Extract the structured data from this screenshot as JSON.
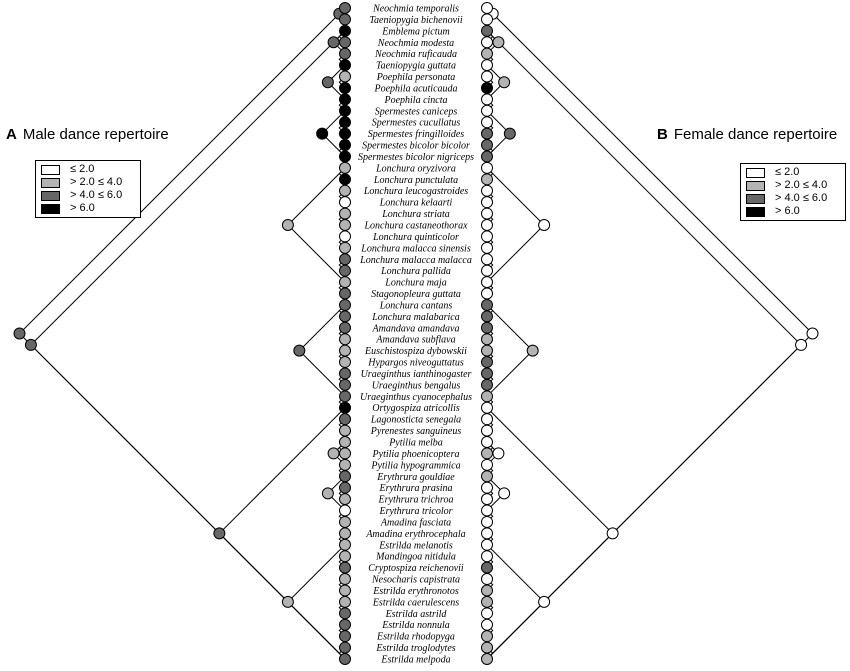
{
  "panels": {
    "left": {
      "letter": "A",
      "title": "Male dance repertoire"
    },
    "right": {
      "letter": "B",
      "title": "Female dance repertoire"
    }
  },
  "legend": [
    {
      "label": "≤ 2.0",
      "color": "#ffffff"
    },
    {
      "label": "> 2.0 ≤ 4.0",
      "color": "#b3b3b3"
    },
    {
      "label": "> 4.0 ≤ 6.0",
      "color": "#676767"
    },
    {
      "label": "> 6.0",
      "color": "#000000"
    }
  ],
  "species": [
    {
      "name": "Neochmia temporalis",
      "male": 2,
      "female": 0
    },
    {
      "name": "Taeniopygia bichenovii",
      "male": 2,
      "female": 0
    },
    {
      "name": "Emblema pictum",
      "male": 3,
      "female": 2
    },
    {
      "name": "Neochmia modesta",
      "male": 2,
      "female": 0
    },
    {
      "name": "Neochmia ruficauda",
      "male": 2,
      "female": 1
    },
    {
      "name": "Taeniopygia guttata",
      "male": 3,
      "female": 0
    },
    {
      "name": "Poephila personata",
      "male": 1,
      "female": 0
    },
    {
      "name": "Poephila acuticauda",
      "male": 3,
      "female": 3
    },
    {
      "name": "Poephila cincta",
      "male": 3,
      "female": 0
    },
    {
      "name": "Spermestes caniceps",
      "male": 3,
      "female": 0
    },
    {
      "name": "Spermestes cucullatus",
      "male": 3,
      "female": 0
    },
    {
      "name": "Spermestes fringilloides",
      "male": 3,
      "female": 2
    },
    {
      "name": "Spermestes bicolor bicolor",
      "male": 3,
      "female": 2
    },
    {
      "name": "Spermestes bicolor nigriceps",
      "male": 3,
      "female": 2
    },
    {
      "name": "Lonchura oryzivora",
      "male": 1,
      "female": 0
    },
    {
      "name": "Lonchura punctulata",
      "male": 3,
      "female": 1
    },
    {
      "name": "Lonchura leucogastroides",
      "male": 1,
      "female": 0
    },
    {
      "name": "Lonchura kelaarti",
      "male": 0,
      "female": 0
    },
    {
      "name": "Lonchura striata",
      "male": 1,
      "female": 0
    },
    {
      "name": "Lonchura castaneothorax",
      "male": 1,
      "female": 0
    },
    {
      "name": "Lonchura quinticolor",
      "male": 0,
      "female": 0
    },
    {
      "name": "Lonchura malacca sinensis",
      "male": 1,
      "female": 0
    },
    {
      "name": "Lonchura malacca malacca",
      "male": 2,
      "female": 0
    },
    {
      "name": "Lonchura pallida",
      "male": 2,
      "female": 0
    },
    {
      "name": "Lonchura maja",
      "male": 1,
      "female": 0
    },
    {
      "name": "Stagonopleura guttata",
      "male": 2,
      "female": 0
    },
    {
      "name": "Lonchura cantans",
      "male": 2,
      "female": 2
    },
    {
      "name": "Lonchura malabarica",
      "male": 2,
      "female": 2
    },
    {
      "name": "Amandava amandava",
      "male": 2,
      "female": 2
    },
    {
      "name": "Amandava subflava",
      "male": 1,
      "female": 1
    },
    {
      "name": "Euschistospiza dybowskii",
      "male": 1,
      "female": 1
    },
    {
      "name": "Hypargos niveoguttatus",
      "male": 1,
      "female": 2
    },
    {
      "name": "Uraeginthus ianthinogaster",
      "male": 2,
      "female": 2
    },
    {
      "name": "Uraeginthus bengalus",
      "male": 2,
      "female": 2
    },
    {
      "name": "Uraeginthus cyanocephalus",
      "male": 2,
      "female": 1
    },
    {
      "name": "Ortygospiza atricollis",
      "male": 3,
      "female": 0
    },
    {
      "name": "Lagonosticta senegala",
      "male": 2,
      "female": 0
    },
    {
      "name": "Pyrenestes sanguineus",
      "male": 1,
      "female": 0
    },
    {
      "name": "Pytilia melba",
      "male": 1,
      "female": 0
    },
    {
      "name": "Pytilia phoenicoptera",
      "male": 1,
      "female": 1
    },
    {
      "name": "Pytilia hypogrammica",
      "male": 1,
      "female": 0
    },
    {
      "name": "Erythrura gouldiae",
      "male": 2,
      "female": 1
    },
    {
      "name": "Erythrura prasina",
      "male": 2,
      "female": 0
    },
    {
      "name": "Erythrura trichroa",
      "male": 1,
      "female": 0
    },
    {
      "name": "Erythrura tricolor",
      "male": 0,
      "female": 0
    },
    {
      "name": "Amadina fasciata",
      "male": 1,
      "female": 0
    },
    {
      "name": "Amadina erythrocephala",
      "male": 1,
      "female": 0
    },
    {
      "name": "Estrilda melanotis",
      "male": 1,
      "female": 0
    },
    {
      "name": "Mandingoa nitidula",
      "male": 1,
      "female": 0
    },
    {
      "name": "Cryptospiza reichenovii",
      "male": 2,
      "female": 2
    },
    {
      "name": "Nesocharis capistrata",
      "male": 1,
      "female": 0
    },
    {
      "name": "Estrilda erythronotos",
      "male": 1,
      "female": 1
    },
    {
      "name": "Estrilda caerulescens",
      "male": 1,
      "female": 1
    },
    {
      "name": "Estrilda astrild",
      "male": 2,
      "female": 0
    },
    {
      "name": "Estrilda nonnula",
      "male": 2,
      "female": 0
    },
    {
      "name": "Estrilda rhodopyga",
      "male": 2,
      "female": 1
    },
    {
      "name": "Estrilda troglodytes",
      "male": 2,
      "female": 1
    },
    {
      "name": "Estrilda melpoda",
      "male": 2,
      "female": 1
    }
  ],
  "tree": {
    "clades": [
      {
        "first": 0,
        "last": 57,
        "male": 2,
        "female": 0
      },
      {
        "first": 0,
        "last": 1,
        "male": 2,
        "female": 0
      },
      {
        "first": 2,
        "last": 57,
        "male": 2,
        "female": 0
      },
      {
        "first": 2,
        "last": 4,
        "male": 2,
        "female": 1
      },
      {
        "first": 5,
        "last": 8,
        "male": 2,
        "female": 1
      },
      {
        "first": 9,
        "last": 13,
        "male": 3,
        "female": 2
      },
      {
        "first": 14,
        "last": 24,
        "male": 1,
        "female": 0
      },
      {
        "first": 26,
        "last": 34,
        "male": 2,
        "female": 1
      },
      {
        "first": 35,
        "last": 57,
        "male": 2,
        "female": 0
      },
      {
        "first": 38,
        "last": 40,
        "male": 1,
        "female": 0
      },
      {
        "first": 41,
        "last": 44,
        "male": 1,
        "female": 0
      },
      {
        "first": 47,
        "last": 57,
        "male": 1,
        "female": 0
      }
    ]
  }
}
